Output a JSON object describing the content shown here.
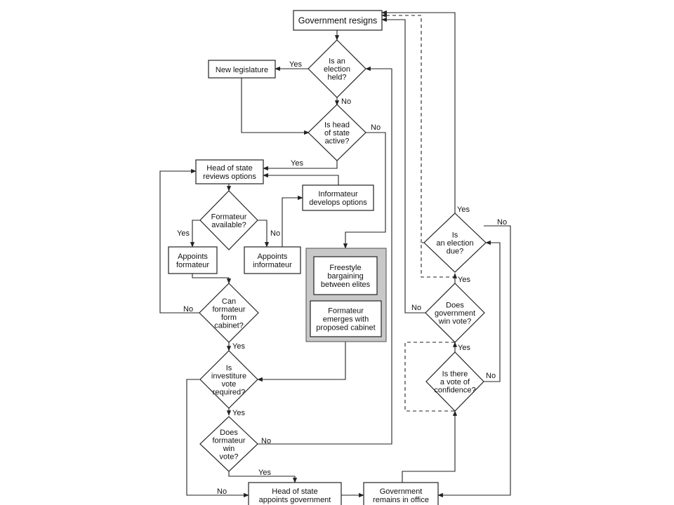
{
  "nodes": {
    "gov_resigns": "Government resigns",
    "election_held": [
      "Is an",
      "election",
      "held?"
    ],
    "new_legislature": "New legislature",
    "head_active": [
      "Is head",
      "of state",
      "active?"
    ],
    "head_reviews": [
      "Head of state",
      "reviews options"
    ],
    "informateur_develops": [
      "Informateur",
      "develops options"
    ],
    "formateur_available": [
      "Formateur",
      "available?"
    ],
    "appoints_formateur": [
      "Appoints",
      "formateur"
    ],
    "appoints_informateur": [
      "Appoints",
      "informateur"
    ],
    "freestyle": [
      "Freestyle",
      "bargaining",
      "between elites"
    ],
    "formateur_emerges": [
      "Formateur",
      "emerges with",
      "proposed cabinet"
    ],
    "can_form": [
      "Can",
      "formateur",
      "form",
      "cabinet?"
    ],
    "investiture_required": [
      "Is",
      "investiture",
      "vote",
      "required?"
    ],
    "formateur_win": [
      "Does",
      "formateur",
      "win",
      "vote?"
    ],
    "head_appoints": [
      "Head of state",
      "appoints government"
    ],
    "gov_remains": [
      "Government",
      "remains in office"
    ],
    "election_due": [
      "Is",
      "an election",
      "due?"
    ],
    "gov_win": [
      "Does",
      "government",
      "win vote?"
    ],
    "confidence": [
      "Is there",
      "a vote of",
      "confidence?"
    ]
  },
  "edge_labels": {
    "yes": "Yes",
    "no": "No"
  },
  "colors": {
    "line": "#222222",
    "box_fill": "#ffffff",
    "group_fill": "#c8c8c8",
    "group_border": "#666666"
  }
}
